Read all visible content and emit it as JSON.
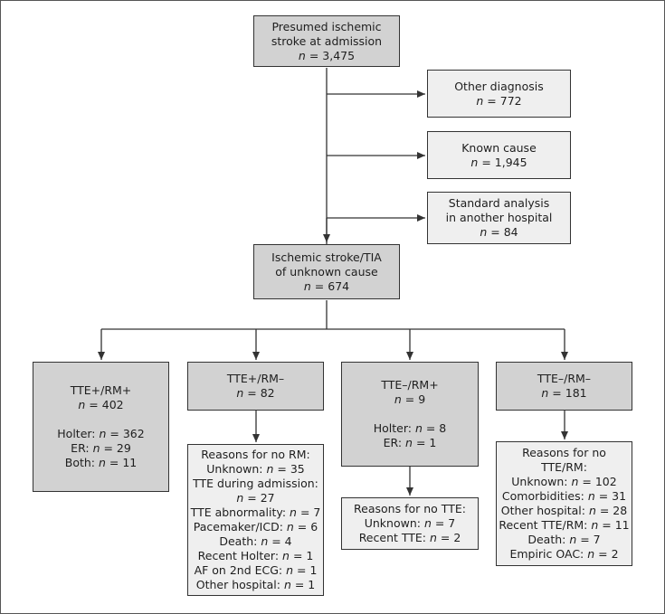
{
  "colors": {
    "primary_box": "#d2d2d2",
    "secondary_box": "#efefef",
    "stroke": "#333333"
  },
  "nodes": {
    "admission": {
      "lines": [
        {
          "pre": "Presumed ischemic"
        },
        {
          "pre": "stroke at admission"
        },
        {
          "pre": "",
          "n": "n",
          "post": " = 3,475"
        }
      ]
    },
    "other_diagnosis": {
      "lines": [
        {
          "pre": "Other diagnosis"
        },
        {
          "pre": "",
          "n": "n",
          "post": " = 772"
        }
      ]
    },
    "known_cause": {
      "lines": [
        {
          "pre": "Known cause"
        },
        {
          "pre": "",
          "n": "n",
          "post": " = 1,945"
        }
      ]
    },
    "another_hospital": {
      "lines": [
        {
          "pre": "Standard analysis"
        },
        {
          "pre": "in another hospital"
        },
        {
          "pre": "",
          "n": "n",
          "post": " = 84"
        }
      ]
    },
    "unknown_cause": {
      "lines": [
        {
          "pre": "Ischemic stroke/TIA"
        },
        {
          "pre": "of unknown cause"
        },
        {
          "pre": "",
          "n": "n",
          "post": " = 674"
        }
      ]
    },
    "tte_pos_rm_pos": {
      "lines": [
        {
          "pre": "TTE+/RM+"
        },
        {
          "pre": "",
          "n": "n",
          "post": " = 402"
        },
        {
          "gap": true
        },
        {
          "pre": "Holter: ",
          "n": "n",
          "post": " = 362"
        },
        {
          "pre": "ER: ",
          "n": "n",
          "post": " = 29"
        },
        {
          "pre": "Both: ",
          "n": "n",
          "post": " = 11"
        }
      ]
    },
    "tte_pos_rm_neg": {
      "lines": [
        {
          "pre": "TTE+/RM–"
        },
        {
          "pre": "",
          "n": "n",
          "post": " = 82"
        }
      ]
    },
    "tte_neg_rm_pos": {
      "lines": [
        {
          "pre": "TTE–/RM+"
        },
        {
          "pre": "",
          "n": "n",
          "post": " = 9"
        },
        {
          "gap": true
        },
        {
          "pre": "Holter: ",
          "n": "n",
          "post": " = 8"
        },
        {
          "pre": "ER: ",
          "n": "n",
          "post": " = 1"
        }
      ]
    },
    "tte_neg_rm_neg": {
      "lines": [
        {
          "pre": "TTE–/RM–"
        },
        {
          "pre": "",
          "n": "n",
          "post": " = 181"
        }
      ]
    },
    "reasons_no_rm": {
      "lines": [
        {
          "pre": "Reasons for no RM:"
        },
        {
          "pre": "Unknown: ",
          "n": "n",
          "post": " = 35"
        },
        {
          "pre": "TTE during admission:"
        },
        {
          "pre": "",
          "n": "n",
          "post": " = 27"
        },
        {
          "pre": "TTE abnormality: ",
          "n": "n",
          "post": " = 7"
        },
        {
          "pre": "Pacemaker/ICD: ",
          "n": "n",
          "post": " = 6"
        },
        {
          "pre": "Death: ",
          "n": "n",
          "post": " = 4"
        },
        {
          "pre": "Recent Holter: ",
          "n": "n",
          "post": " = 1"
        },
        {
          "pre": "AF on 2nd ECG: ",
          "n": "n",
          "post": " = 1"
        },
        {
          "pre": "Other hospital: ",
          "n": "n",
          "post": " = 1"
        }
      ]
    },
    "reasons_no_tte": {
      "lines": [
        {
          "pre": "Reasons for no TTE:"
        },
        {
          "pre": "Unknown: ",
          "n": "n",
          "post": " = 7"
        },
        {
          "pre": "Recent TTE: ",
          "n": "n",
          "post": " = 2"
        }
      ]
    },
    "reasons_no_tte_rm": {
      "lines": [
        {
          "pre": "Reasons for no"
        },
        {
          "pre": "TTE/RM:"
        },
        {
          "pre": "Unknown: ",
          "n": "n",
          "post": " = 102"
        },
        {
          "pre": "Comorbidities: ",
          "n": "n",
          "post": " = 31"
        },
        {
          "pre": "Other hospital: ",
          "n": "n",
          "post": " = 28"
        },
        {
          "pre": "Recent TTE/RM: ",
          "n": "n",
          "post": " = 11"
        },
        {
          "pre": "Death: ",
          "n": "n",
          "post": " = 7"
        },
        {
          "pre": "Empiric OAC: ",
          "n": "n",
          "post": " = 2"
        }
      ]
    }
  }
}
